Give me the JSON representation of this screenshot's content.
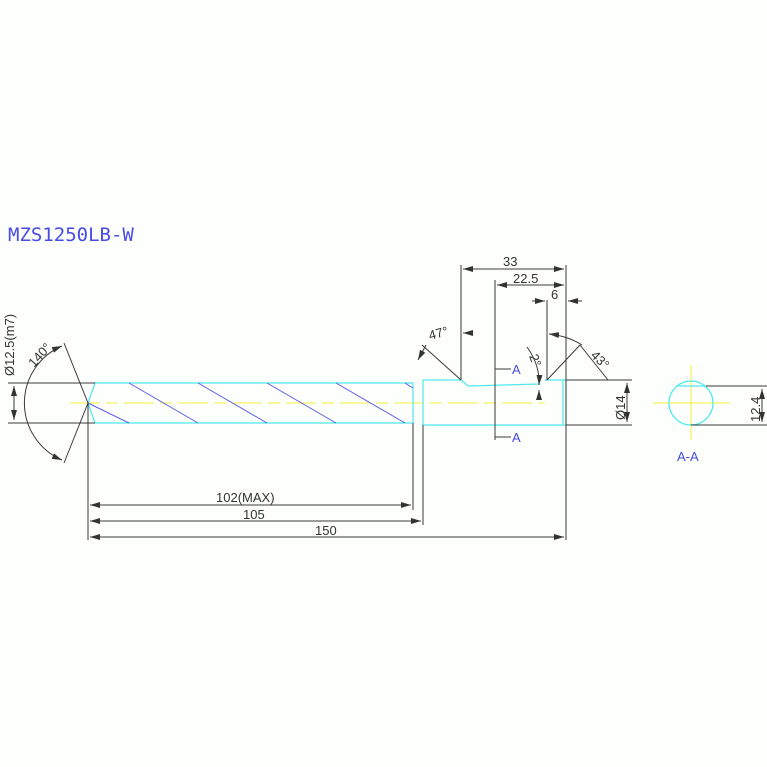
{
  "drawing": {
    "title": "MZS1250LB-W",
    "colors": {
      "background": "#fcfffc",
      "part_outline": "#4fe8f0",
      "flute_lines": "#5a5ae8",
      "center_line": "#f0f03a",
      "dimension_lines": "#3a3a3a",
      "title_text": "#4a4ae6"
    },
    "dimensions": {
      "shank_diameter": "Ø12.5(m7)",
      "point_angle": "140°",
      "neck_angle_left": "47°",
      "relief_angle": "2°",
      "neck_angle_right": "43°",
      "overall_span_33": "33",
      "span_22_5": "22.5",
      "span_6": "6",
      "head_diameter": "Ø14",
      "flute_length": "102(MAX)",
      "body_length": "105",
      "overall_length": "150",
      "section_width": "12.4"
    },
    "section": {
      "marker_top": "A",
      "marker_bottom": "A",
      "label": "A-A"
    }
  }
}
